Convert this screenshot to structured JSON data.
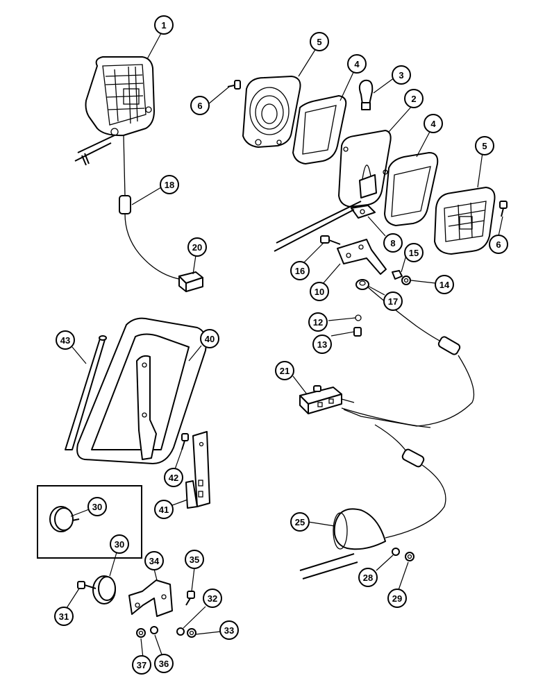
{
  "callouts": [
    {
      "id": "c1",
      "label": "1"
    },
    {
      "id": "c5a",
      "label": "5"
    },
    {
      "id": "c4a",
      "label": "4"
    },
    {
      "id": "c3",
      "label": "3"
    },
    {
      "id": "c6a",
      "label": "6"
    },
    {
      "id": "c2",
      "label": "2"
    },
    {
      "id": "c4b",
      "label": "4"
    },
    {
      "id": "c5b",
      "label": "5"
    },
    {
      "id": "c18",
      "label": "18"
    },
    {
      "id": "c20",
      "label": "20"
    },
    {
      "id": "c6b",
      "label": "6"
    },
    {
      "id": "c8",
      "label": "8"
    },
    {
      "id": "c16",
      "label": "16"
    },
    {
      "id": "c15",
      "label": "15"
    },
    {
      "id": "c10",
      "label": "10"
    },
    {
      "id": "c14",
      "label": "14"
    },
    {
      "id": "c17",
      "label": "17"
    },
    {
      "id": "c12",
      "label": "12"
    },
    {
      "id": "c43",
      "label": "43"
    },
    {
      "id": "c40",
      "label": "40"
    },
    {
      "id": "c13",
      "label": "13"
    },
    {
      "id": "c21",
      "label": "21"
    },
    {
      "id": "c42",
      "label": "42"
    },
    {
      "id": "c41",
      "label": "41"
    },
    {
      "id": "c30a",
      "label": "30"
    },
    {
      "id": "c25",
      "label": "25"
    },
    {
      "id": "c30b",
      "label": "30"
    },
    {
      "id": "c34",
      "label": "34"
    },
    {
      "id": "c35",
      "label": "35"
    },
    {
      "id": "c28",
      "label": "28"
    },
    {
      "id": "c29",
      "label": "29"
    },
    {
      "id": "c32",
      "label": "32"
    },
    {
      "id": "c31",
      "label": "31"
    },
    {
      "id": "c33",
      "label": "33"
    },
    {
      "id": "c37",
      "label": "37"
    },
    {
      "id": "c36",
      "label": "36"
    }
  ]
}
